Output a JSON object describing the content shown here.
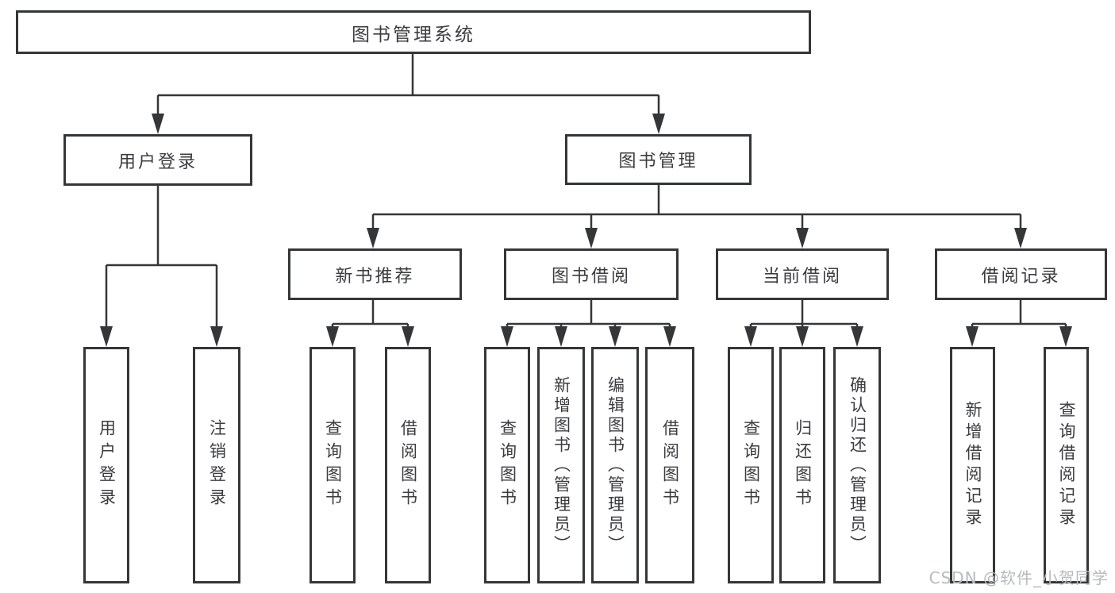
{
  "diagram": {
    "root": {
      "label": "图书管理系统",
      "children": [
        {
          "label": "用户登录",
          "children": [
            {
              "label": "用户登录"
            },
            {
              "label": "注销登录"
            }
          ]
        },
        {
          "label": "图书管理",
          "children": [
            {
              "label": "新书推荐",
              "children": [
                {
                  "label": "查询图书"
                },
                {
                  "label": "借阅图书"
                }
              ]
            },
            {
              "label": "图书借阅",
              "children": [
                {
                  "label": "查询图书"
                },
                {
                  "label": "新增图书（管理员）"
                },
                {
                  "label": "编辑图书（管理员）"
                },
                {
                  "label": "借阅图书"
                }
              ]
            },
            {
              "label": "当前借阅",
              "children": [
                {
                  "label": "查询图书"
                },
                {
                  "label": "归还图书"
                },
                {
                  "label": "确认归还（管理员）"
                }
              ]
            },
            {
              "label": "借阅记录",
              "children": [
                {
                  "label": "新增借阅记录"
                },
                {
                  "label": "查询借阅记录"
                }
              ]
            }
          ]
        }
      ]
    }
  },
  "watermark": {
    "text": "CSDN @软件_小贺同学"
  },
  "colors": {
    "line": "#353638",
    "box_border": "#353638",
    "text": "#3b3c3f",
    "background": "#ffffff",
    "watermark": "#b6bac0"
  }
}
